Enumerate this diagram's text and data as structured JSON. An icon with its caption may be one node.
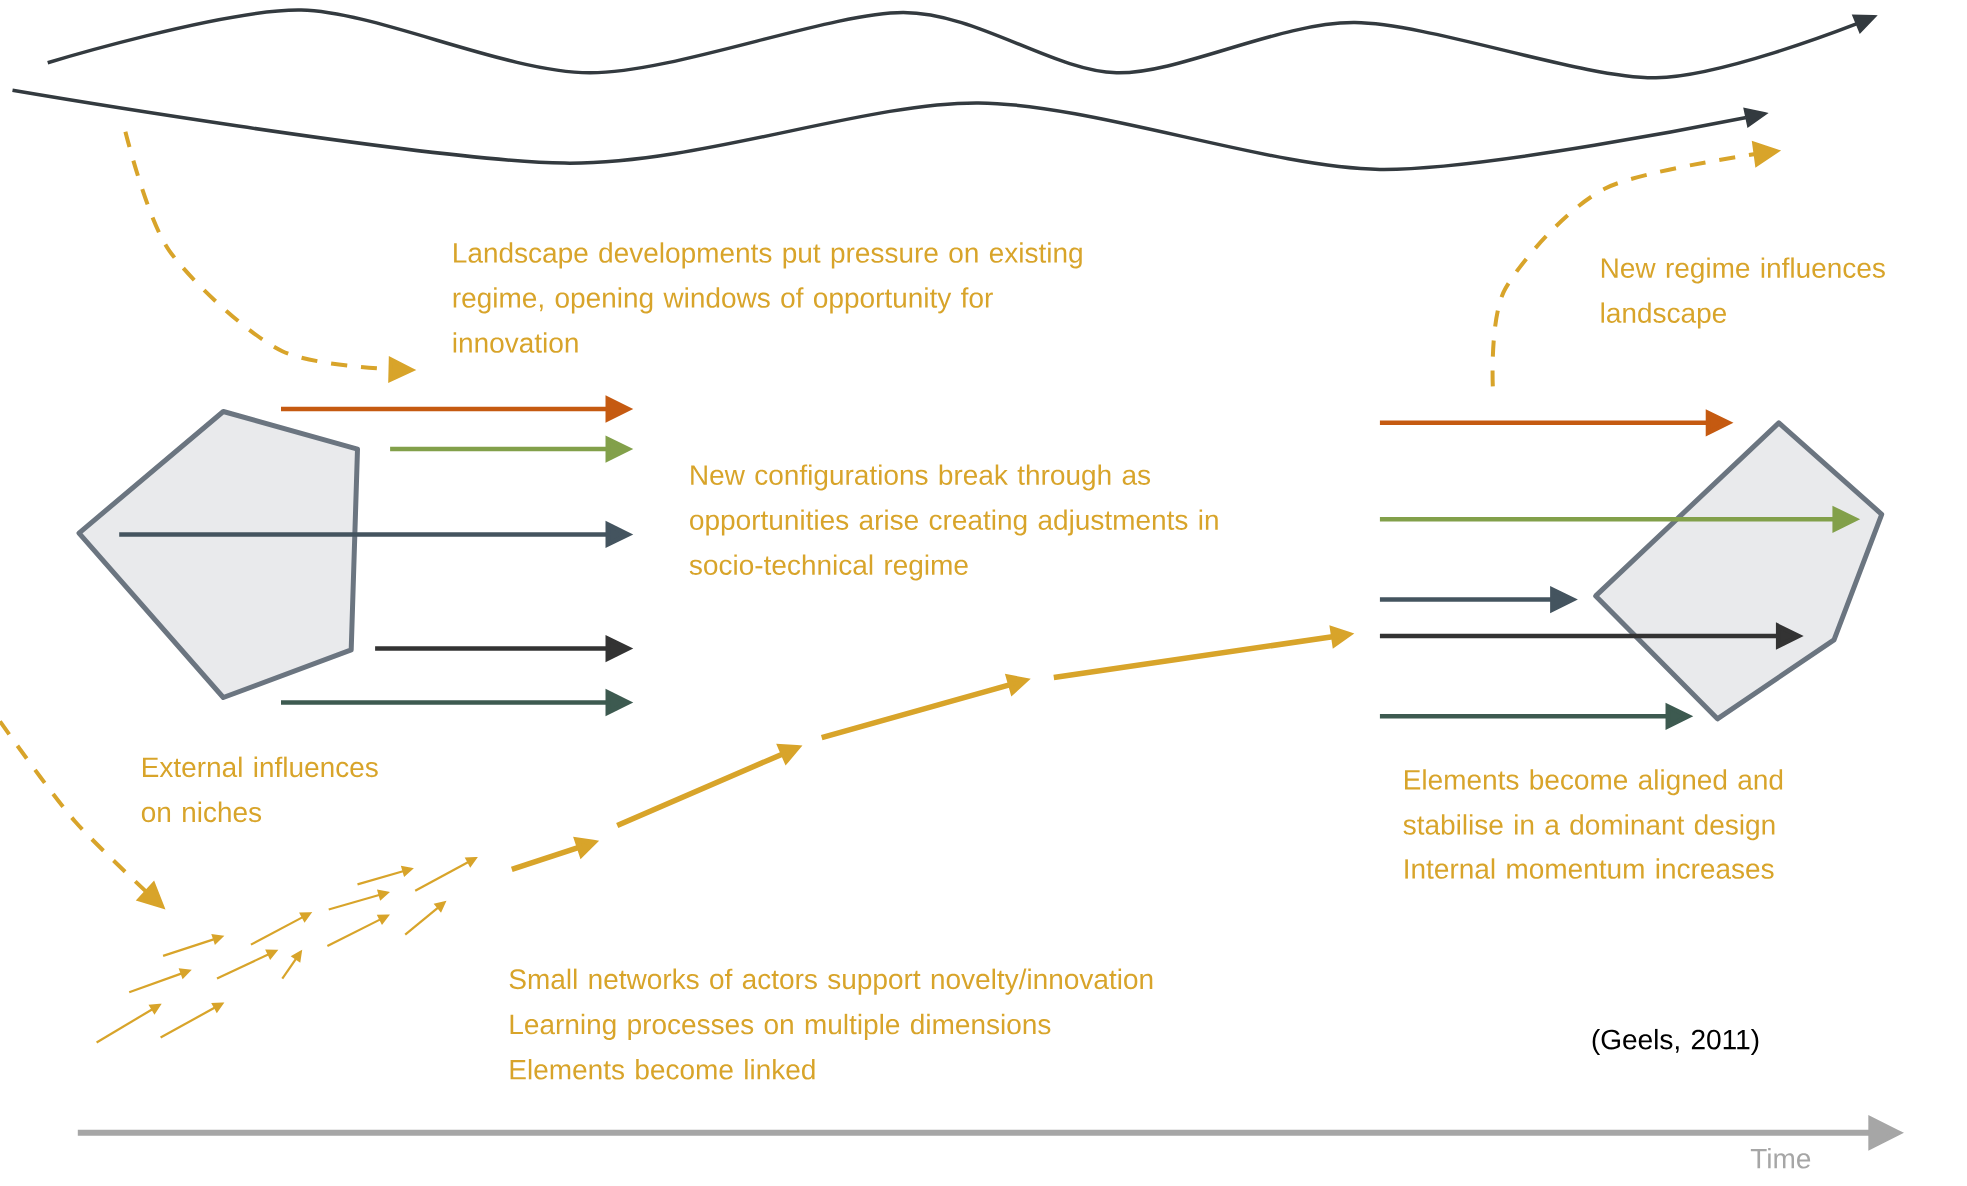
{
  "diagram": {
    "labels": [
      "Landscape developments put pressure on existing regime, opening windows of opportunity for innovation",
      "New regime influences landscape",
      "New configurations break through as opportunities arise creating adjustments in socio-technical regime",
      "External influences on niches",
      "Elements become aligned and stabilise in a dominant design",
      "Internal momentum increases",
      "Small networks of actors support novelty/innovation",
      "Learning processes on multiple dimensions",
      "Elements become linked",
      "(Geels, 2011)",
      "Time"
    ]
  }
}
